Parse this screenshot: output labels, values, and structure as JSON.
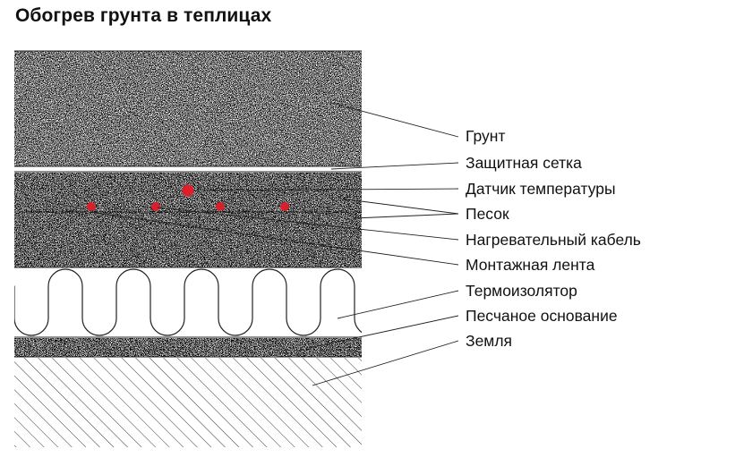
{
  "title": "Обогрев грунта в теплицах",
  "labels": {
    "soil": "Грунт",
    "protective_mesh": "Защитная сетка",
    "temp_sensor": "Датчик температуры",
    "sand": "Песок",
    "heating_cable": "Нагревательный кабель",
    "mounting_tape": "Монтажная лента",
    "thermal_insulator": "Термоизолятор",
    "sand_base": "Песчаное основание",
    "earth": "Земля"
  },
  "colors": {
    "sensor": "#e01e2a",
    "cable_dot": "#d8202c",
    "line": "#222222"
  }
}
